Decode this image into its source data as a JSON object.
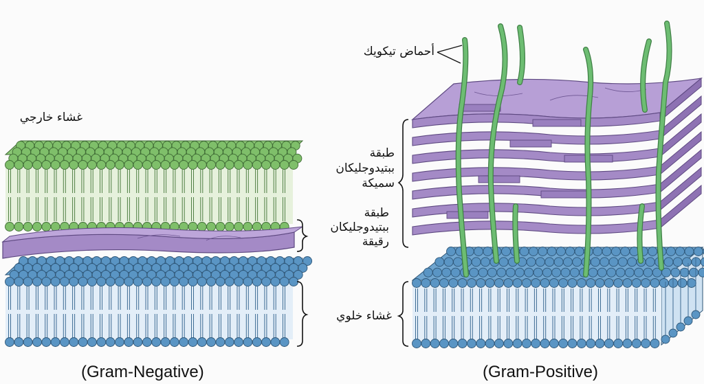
{
  "labels": {
    "outer_membrane": "غشاء خارجي",
    "thin_peptidoglycan": [
      "طبقة",
      "ببتيدوجليكان",
      "رقيقة"
    ],
    "thick_peptidoglycan": [
      "طبقة",
      "ببتيدوجليكان",
      "سميكة"
    ],
    "teichoic_acids": "أحماض تيكويك",
    "cell_membrane": "غشاء خلوي"
  },
  "captions": {
    "left": "(Gram-Negative)",
    "right": "(Gram-Positive)"
  },
  "colors": {
    "green_head": "#7fbf6a",
    "green_tail": "#c9e3b7",
    "blue_head": "#5a95c4",
    "blue_tail": "#bcd8ee",
    "purple": "#a48ac6",
    "purple_dark": "#7e64a6",
    "fiber": "#6dbd72"
  }
}
